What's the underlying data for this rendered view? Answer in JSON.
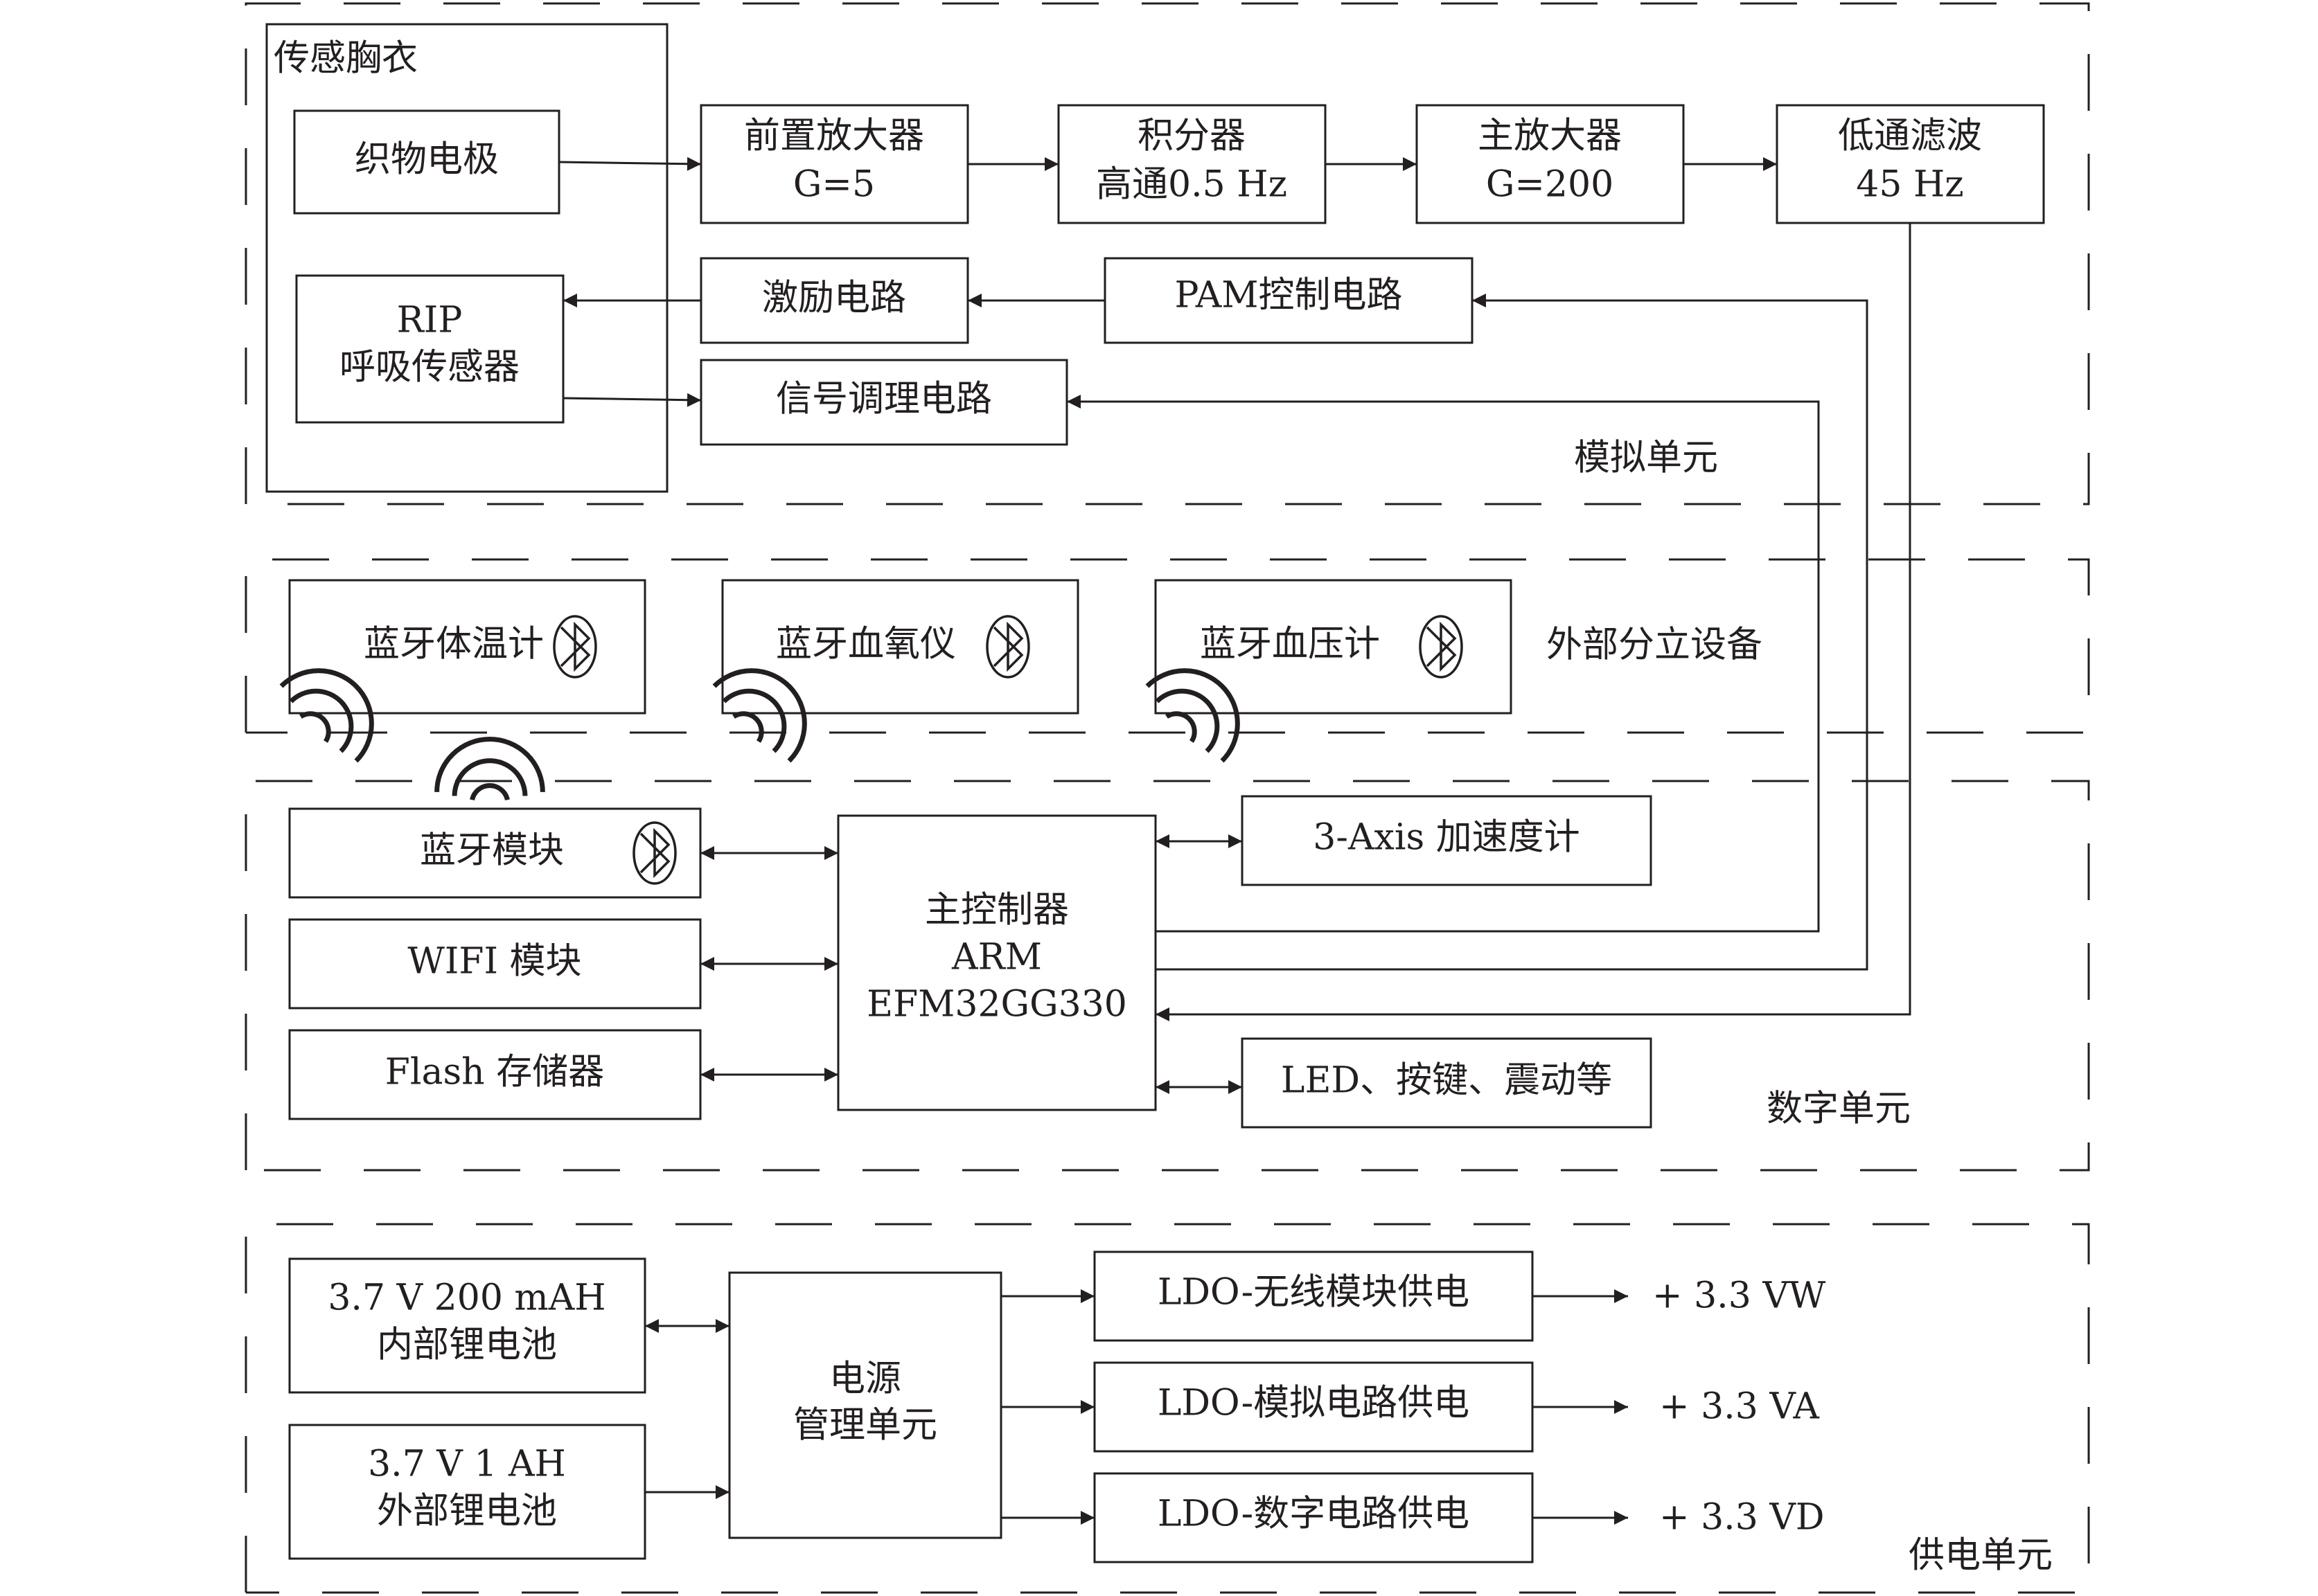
{
  "sections": {
    "analog": "模拟单元",
    "external": "外部分立设备",
    "digital": "数字单元",
    "power": "供电单元",
    "vest": "传感胸衣"
  },
  "blocks": {
    "fabric_electrode": "织物电极",
    "rip_line1": "RIP",
    "rip_line2": "呼吸传感器",
    "preamp_line1": "前置放大器",
    "preamp_line2": "G=5",
    "integrator_line1": "积分器",
    "integrator_line2": "高通0.5 Hz",
    "main_amp_line1": "主放大器",
    "main_amp_line2": "G=200",
    "lowpass_line1": "低通滤波",
    "lowpass_line2": "45 Hz",
    "excitation": "激励电路",
    "pam_control": "PAM控制电路",
    "signal_conditioning": "信号调理电路",
    "bt_thermometer": "蓝牙体温计",
    "bt_oximeter": "蓝牙血氧仪",
    "bt_bp_meter": "蓝牙血压计",
    "bt_module": "蓝牙模块",
    "wifi_module": "WIFI 模块",
    "flash_storage": "Flash 存储器",
    "mcu_line1": "主控制器",
    "mcu_line2": "ARM",
    "mcu_line3": "EFM32GG330",
    "accelerometer": "3-Axis 加速度计",
    "led_keys": "LED、按键、震动等",
    "battery_int_line1": "3.7 V 200 mAH",
    "battery_int_line2": "内部锂电池",
    "battery_ext_line1": "3.7 V 1 AH",
    "battery_ext_line2": "外部锂电池",
    "pmu_line1": "电源",
    "pmu_line2": "管理单元",
    "ldo_wireless": "LDO-无线模块供电",
    "ldo_analog": "LDO-模拟电路供电",
    "ldo_digital": "LDO-数字电路供电",
    "out_vw": "+ 3.3 VW",
    "out_va": "+ 3.3 VA",
    "out_vd": "+ 3.3 VD"
  },
  "icons": {
    "bluetooth": "bluetooth-icon",
    "wireless_signal": "wireless-signal-icon"
  }
}
